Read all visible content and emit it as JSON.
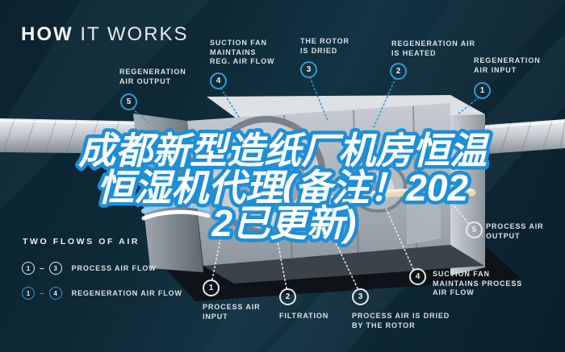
{
  "title": {
    "bold": "HOW",
    "light": "IT WORKS"
  },
  "overlay": {
    "full_text": "成都新型造纸厂机房恒温恒湿机代理(备注！2022已更新)",
    "lines": [
      "成都新型造纸厂机房恒温",
      "恒湿机代理(备注！202",
      "2已更新)"
    ],
    "fill_color": "#ffffff",
    "stroke_color": "#1d8fd8"
  },
  "callouts": {
    "regeneration": [
      {
        "num": "1",
        "lines": [
          "REGENERATION",
          "AIR INPUT"
        ]
      },
      {
        "num": "2",
        "lines": [
          "REGENERATION AIR",
          "IS HEATED"
        ]
      },
      {
        "num": "3",
        "lines": [
          "THE ROTOR",
          "IS DRIED"
        ]
      },
      {
        "num": "4",
        "lines": [
          "SUCTION FAN",
          "MAINTAINS",
          "REG. AIR FLOW"
        ]
      },
      {
        "num": "5",
        "lines": [
          "REGENERATION",
          "AIR OUTPUT"
        ]
      }
    ],
    "process": [
      {
        "num": "1",
        "lines": [
          "PROCESS AIR",
          "INPUT"
        ]
      },
      {
        "num": "2",
        "lines": [
          "FILTRATION"
        ]
      },
      {
        "num": "3",
        "lines": [
          "PROCESS AIR IS DRIED",
          "BY THE ROTOR"
        ]
      },
      {
        "num": "4",
        "lines": [
          "SUCTION FAN",
          "MAINTAINS PROCESS",
          "AIR FLOW"
        ]
      },
      {
        "num": "5",
        "lines": [
          "PROCESS AIR",
          "OUTPUT"
        ]
      }
    ]
  },
  "legend": {
    "title": "TWO FLOWS OF AIR",
    "dash": "–",
    "rows": [
      {
        "from": "1",
        "to": "3",
        "label": "PROCESS AIR FLOW",
        "circle_style": "white"
      },
      {
        "from": "1",
        "to": "4",
        "label": "REGENERATION AIR FLOW",
        "circle_style": "blue"
      }
    ]
  },
  "colors": {
    "background": "#0c2430",
    "accent_blue": "#2e9bd6",
    "overlay_stroke_blue": "#1d8fd8",
    "label_text": "#dbe1e6",
    "process_circle": "#e6eaed"
  }
}
